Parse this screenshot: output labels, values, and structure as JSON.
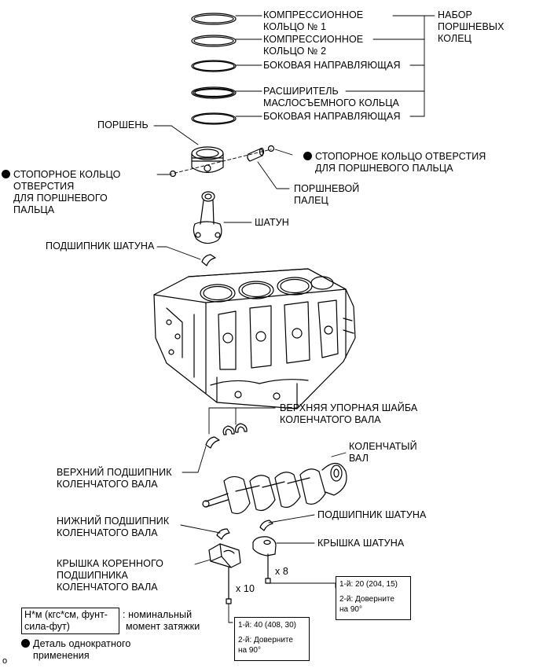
{
  "labels": {
    "ring_comp1": [
      "КОМПРЕССИОННОЕ",
      "КОЛЬЦО № 1"
    ],
    "ring_comp2": [
      "КОМПРЕССИОННОЕ",
      "КОЛЬЦО № 2"
    ],
    "ring_rail_upper": "БОКОВАЯ НАПРАВЛЯЮЩАЯ",
    "ring_expander": [
      "РАСШИРИТЕЛЬ",
      "МАСЛОСЪЕМНОГО КОЛЬЦА"
    ],
    "ring_rail_lower": "БОКОВАЯ НАПРАВЛЯЮЩАЯ",
    "ring_set": [
      "НАБОР",
      "ПОРШНЕВЫХ",
      "КОЛЕЦ"
    ],
    "piston": "ПОРШЕНЬ",
    "snap_ring_right": [
      "СТОПОРНОЕ КОЛЬЦО ОТВЕРСТИЯ",
      "ДЛЯ ПОРШНЕВОГО ПАЛЬЦА"
    ],
    "snap_ring_left": [
      "СТОПОРНОЕ КОЛЬЦО",
      "ОТВЕРСТИЯ",
      "ДЛЯ ПОРШНЕВОГО",
      "ПАЛЬЦА"
    ],
    "piston_pin": [
      "ПОРШНЕВОЙ",
      "ПАЛЕЦ"
    ],
    "connecting_rod": "ШАТУН",
    "rod_bearing_upper": "ПОДШИПНИК ШАТУНА",
    "thrust_washer": [
      "ВЕРХНЯЯ УПОРНАЯ ШАЙБА",
      "КОЛЕНЧАТОГО ВАЛА"
    ],
    "crankshaft": [
      "КОЛЕНЧАТЫЙ",
      "ВАЛ"
    ],
    "upper_main_bearing": [
      "ВЕРХНИЙ ПОДШИПНИК",
      "КОЛЕНЧАТОГО ВАЛА"
    ],
    "lower_main_bearing": [
      "НИЖНИЙ ПОДШИПНИК",
      "КОЛЕНЧАТОГО ВАЛА"
    ],
    "rod_bearing_lower": "ПОДШИПНИК ШАТУНА",
    "rod_cap": "КРЫШКА ШАТУНА",
    "main_cap": [
      "КРЫШКА КОРЕННОГО",
      "ПОДШИПНИКА",
      "КОЛЕНЧАТОГО ВАЛА"
    ],
    "qty_rod_bolts": "x 8",
    "qty_main_bolts": "x 10"
  },
  "torque_rod": {
    "step1": "1-й: 20 (204, 15)",
    "step2": [
      "2-й: Доверните",
      "на 90°"
    ]
  },
  "torque_main": {
    "step1": "1-й: 40 (408, 30)",
    "step2": [
      "2-й: Доверните",
      "на 90°"
    ]
  },
  "legend": {
    "torque_units": [
      "Н*м (кгс*см, фунт-",
      "сила-фут)"
    ],
    "torque_desc": [
      ": номинальный",
      "момент затяжки"
    ],
    "non_reusable": [
      "Деталь однократного",
      "применения"
    ]
  },
  "figure_code": "o"
}
